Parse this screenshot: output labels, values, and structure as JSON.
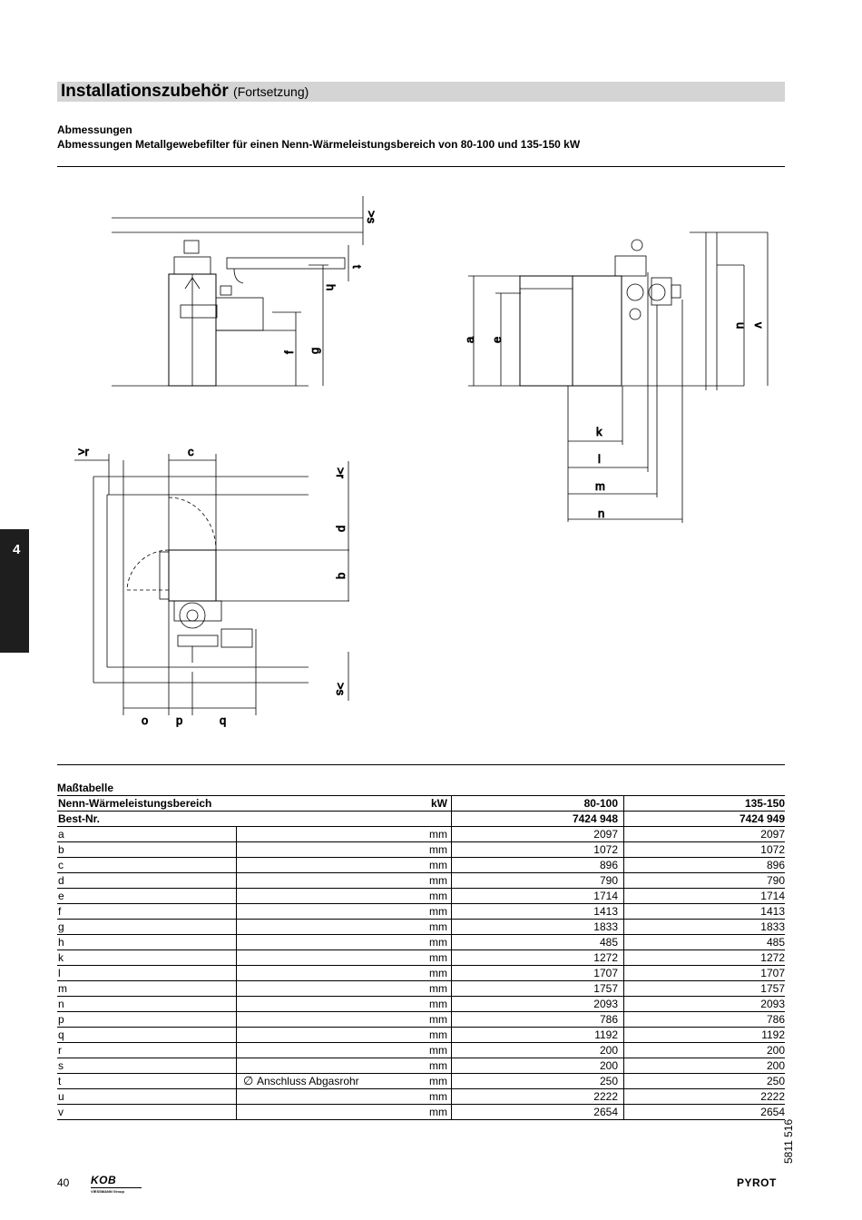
{
  "header": {
    "title": "Installationszubehör",
    "subtitle": "(Fortsetzung)",
    "section": "Abmessungen",
    "caption": "Abmessungen Metallgewebefilter für einen Nenn-Wärmeleistungsbereich von 80-100 und 135-150 kW"
  },
  "side_tab": "4",
  "drawing_labels": {
    "s": ">s",
    "t": "t",
    "h": "h",
    "f": "f",
    "g": "g",
    "a": "a",
    "e": "e",
    "u": "u",
    "v": "v",
    "k": "k",
    "l": "l",
    "m": "m",
    "n": "n",
    "r": ">r",
    "c": "c",
    "d": "d",
    "b": "b",
    "o": "o",
    "p": "p",
    "q": "q"
  },
  "table": {
    "title": "Maßtabelle",
    "header_row": {
      "label": "Nenn-Wärmeleistungsbereich",
      "unit": "kW",
      "v1": "80-100",
      "v2": "135-150"
    },
    "order_row": {
      "label": "Best-Nr.",
      "v1": "7424 948",
      "v2": "7424 949"
    },
    "rows": [
      {
        "key": "a",
        "desc": "",
        "unit": "mm",
        "v1": "2097",
        "v2": "2097"
      },
      {
        "key": "b",
        "desc": "",
        "unit": "mm",
        "v1": "1072",
        "v2": "1072"
      },
      {
        "key": "c",
        "desc": "",
        "unit": "mm",
        "v1": "896",
        "v2": "896"
      },
      {
        "key": "d",
        "desc": "",
        "unit": "mm",
        "v1": "790",
        "v2": "790"
      },
      {
        "key": "e",
        "desc": "",
        "unit": "mm",
        "v1": "1714",
        "v2": "1714"
      },
      {
        "key": "f",
        "desc": "",
        "unit": "mm",
        "v1": "1413",
        "v2": "1413"
      },
      {
        "key": "g",
        "desc": "",
        "unit": "mm",
        "v1": "1833",
        "v2": "1833"
      },
      {
        "key": "h",
        "desc": "",
        "unit": "mm",
        "v1": "485",
        "v2": "485"
      },
      {
        "key": "k",
        "desc": "",
        "unit": "mm",
        "v1": "1272",
        "v2": "1272"
      },
      {
        "key": "l",
        "desc": "",
        "unit": "mm",
        "v1": "1707",
        "v2": "1707"
      },
      {
        "key": "m",
        "desc": "",
        "unit": "mm",
        "v1": "1757",
        "v2": "1757"
      },
      {
        "key": "n",
        "desc": "",
        "unit": "mm",
        "v1": "2093",
        "v2": "2093"
      },
      {
        "key": "p",
        "desc": "",
        "unit": "mm",
        "v1": "786",
        "v2": "786"
      },
      {
        "key": "q",
        "desc": "",
        "unit": "mm",
        "v1": "1192",
        "v2": "1192"
      },
      {
        "key": "r",
        "desc": "",
        "unit": "mm",
        "v1": "200",
        "v2": "200"
      },
      {
        "key": "s",
        "desc": "",
        "unit": "mm",
        "v1": "200",
        "v2": "200"
      },
      {
        "key": "t",
        "desc": "Anschluss Abgasrohr",
        "unit": "mm",
        "v1": "250",
        "v2": "250"
      },
      {
        "key": "u",
        "desc": "",
        "unit": "mm",
        "v1": "2222",
        "v2": "2222"
      },
      {
        "key": "v",
        "desc": "",
        "unit": "mm",
        "v1": "2654",
        "v2": "2654"
      }
    ]
  },
  "footer": {
    "page_number": "40",
    "doc_number": "5811 516",
    "logo_left": "KOB",
    "logo_left_sub": "VIESSMANN Group",
    "logo_right": "PYROT"
  }
}
